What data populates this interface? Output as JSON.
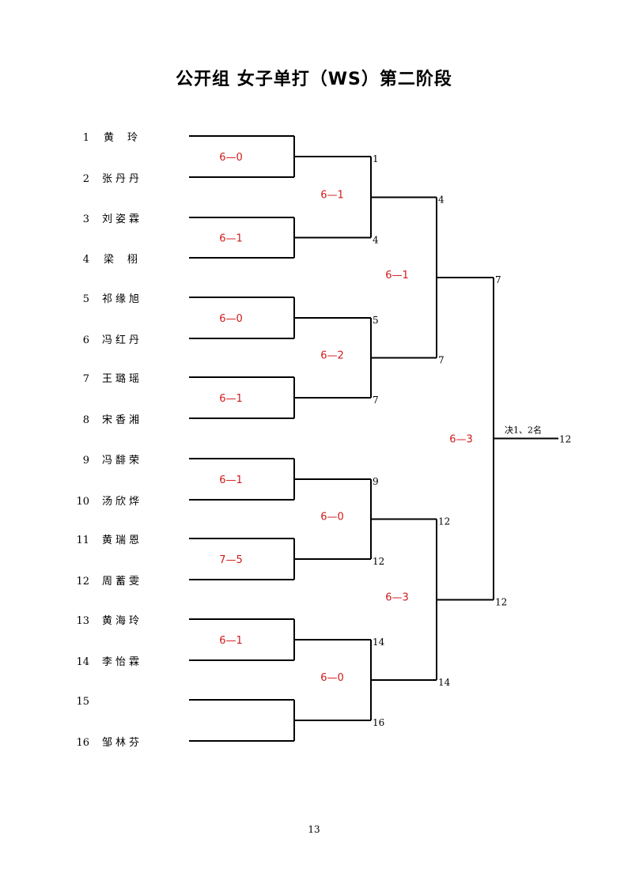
{
  "title": "公开组 女子单打（WS）第二阶段",
  "page_number": "13",
  "players": [
    {
      "seed": "1",
      "name": "黄  玲"
    },
    {
      "seed": "2",
      "name": "张丹丹"
    },
    {
      "seed": "3",
      "name": "刘姿霖"
    },
    {
      "seed": "4",
      "name": "梁  栩"
    },
    {
      "seed": "5",
      "name": "祁缘旭"
    },
    {
      "seed": "6",
      "name": "冯红丹"
    },
    {
      "seed": "7",
      "name": "王璐瑶"
    },
    {
      "seed": "8",
      "name": "宋香湘"
    },
    {
      "seed": "9",
      "name": "冯馡荣"
    },
    {
      "seed": "10",
      "name": "汤欣烨"
    },
    {
      "seed": "11",
      "name": "黄瑞恩"
    },
    {
      "seed": "12",
      "name": "周蓄雯"
    },
    {
      "seed": "13",
      "name": "黄海玲"
    },
    {
      "seed": "14",
      "name": "李怡霖"
    },
    {
      "seed": "15",
      "name": ""
    },
    {
      "seed": "16",
      "name": "邹林芬"
    }
  ],
  "round1": {
    "scores": [
      "6—0",
      "6—1",
      "6—0",
      "6—1",
      "6—1",
      "7—5",
      "6—1",
      ""
    ],
    "winners": [
      "1",
      "4",
      "5",
      "7",
      "9",
      "12",
      "14",
      "16"
    ]
  },
  "round2": {
    "scores": [
      "6—1",
      "6—2",
      "6—0",
      "6—0"
    ],
    "winners": [
      "4",
      "7",
      "12",
      "14"
    ]
  },
  "round3": {
    "scores": [
      "6—1",
      "6—3"
    ],
    "winners": [
      "7",
      "12"
    ]
  },
  "final": {
    "score": "6—3",
    "label": "决1、2名",
    "winner": "12"
  }
}
